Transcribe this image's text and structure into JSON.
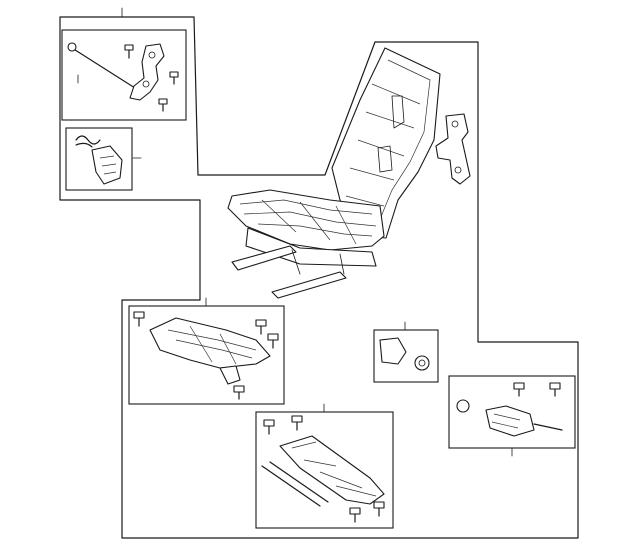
{
  "diagram": {
    "kind": "exploded-parts-diagram",
    "subject": "seat-assembly",
    "line_color": "#1a1a1a",
    "background": "#ffffff",
    "callout_groups": [
      "recliner-link-group",
      "spring-clip-group",
      "seat-cushion-frame-group",
      "small-connector-group",
      "actuator-motor-group",
      "slide-track-group"
    ]
  }
}
